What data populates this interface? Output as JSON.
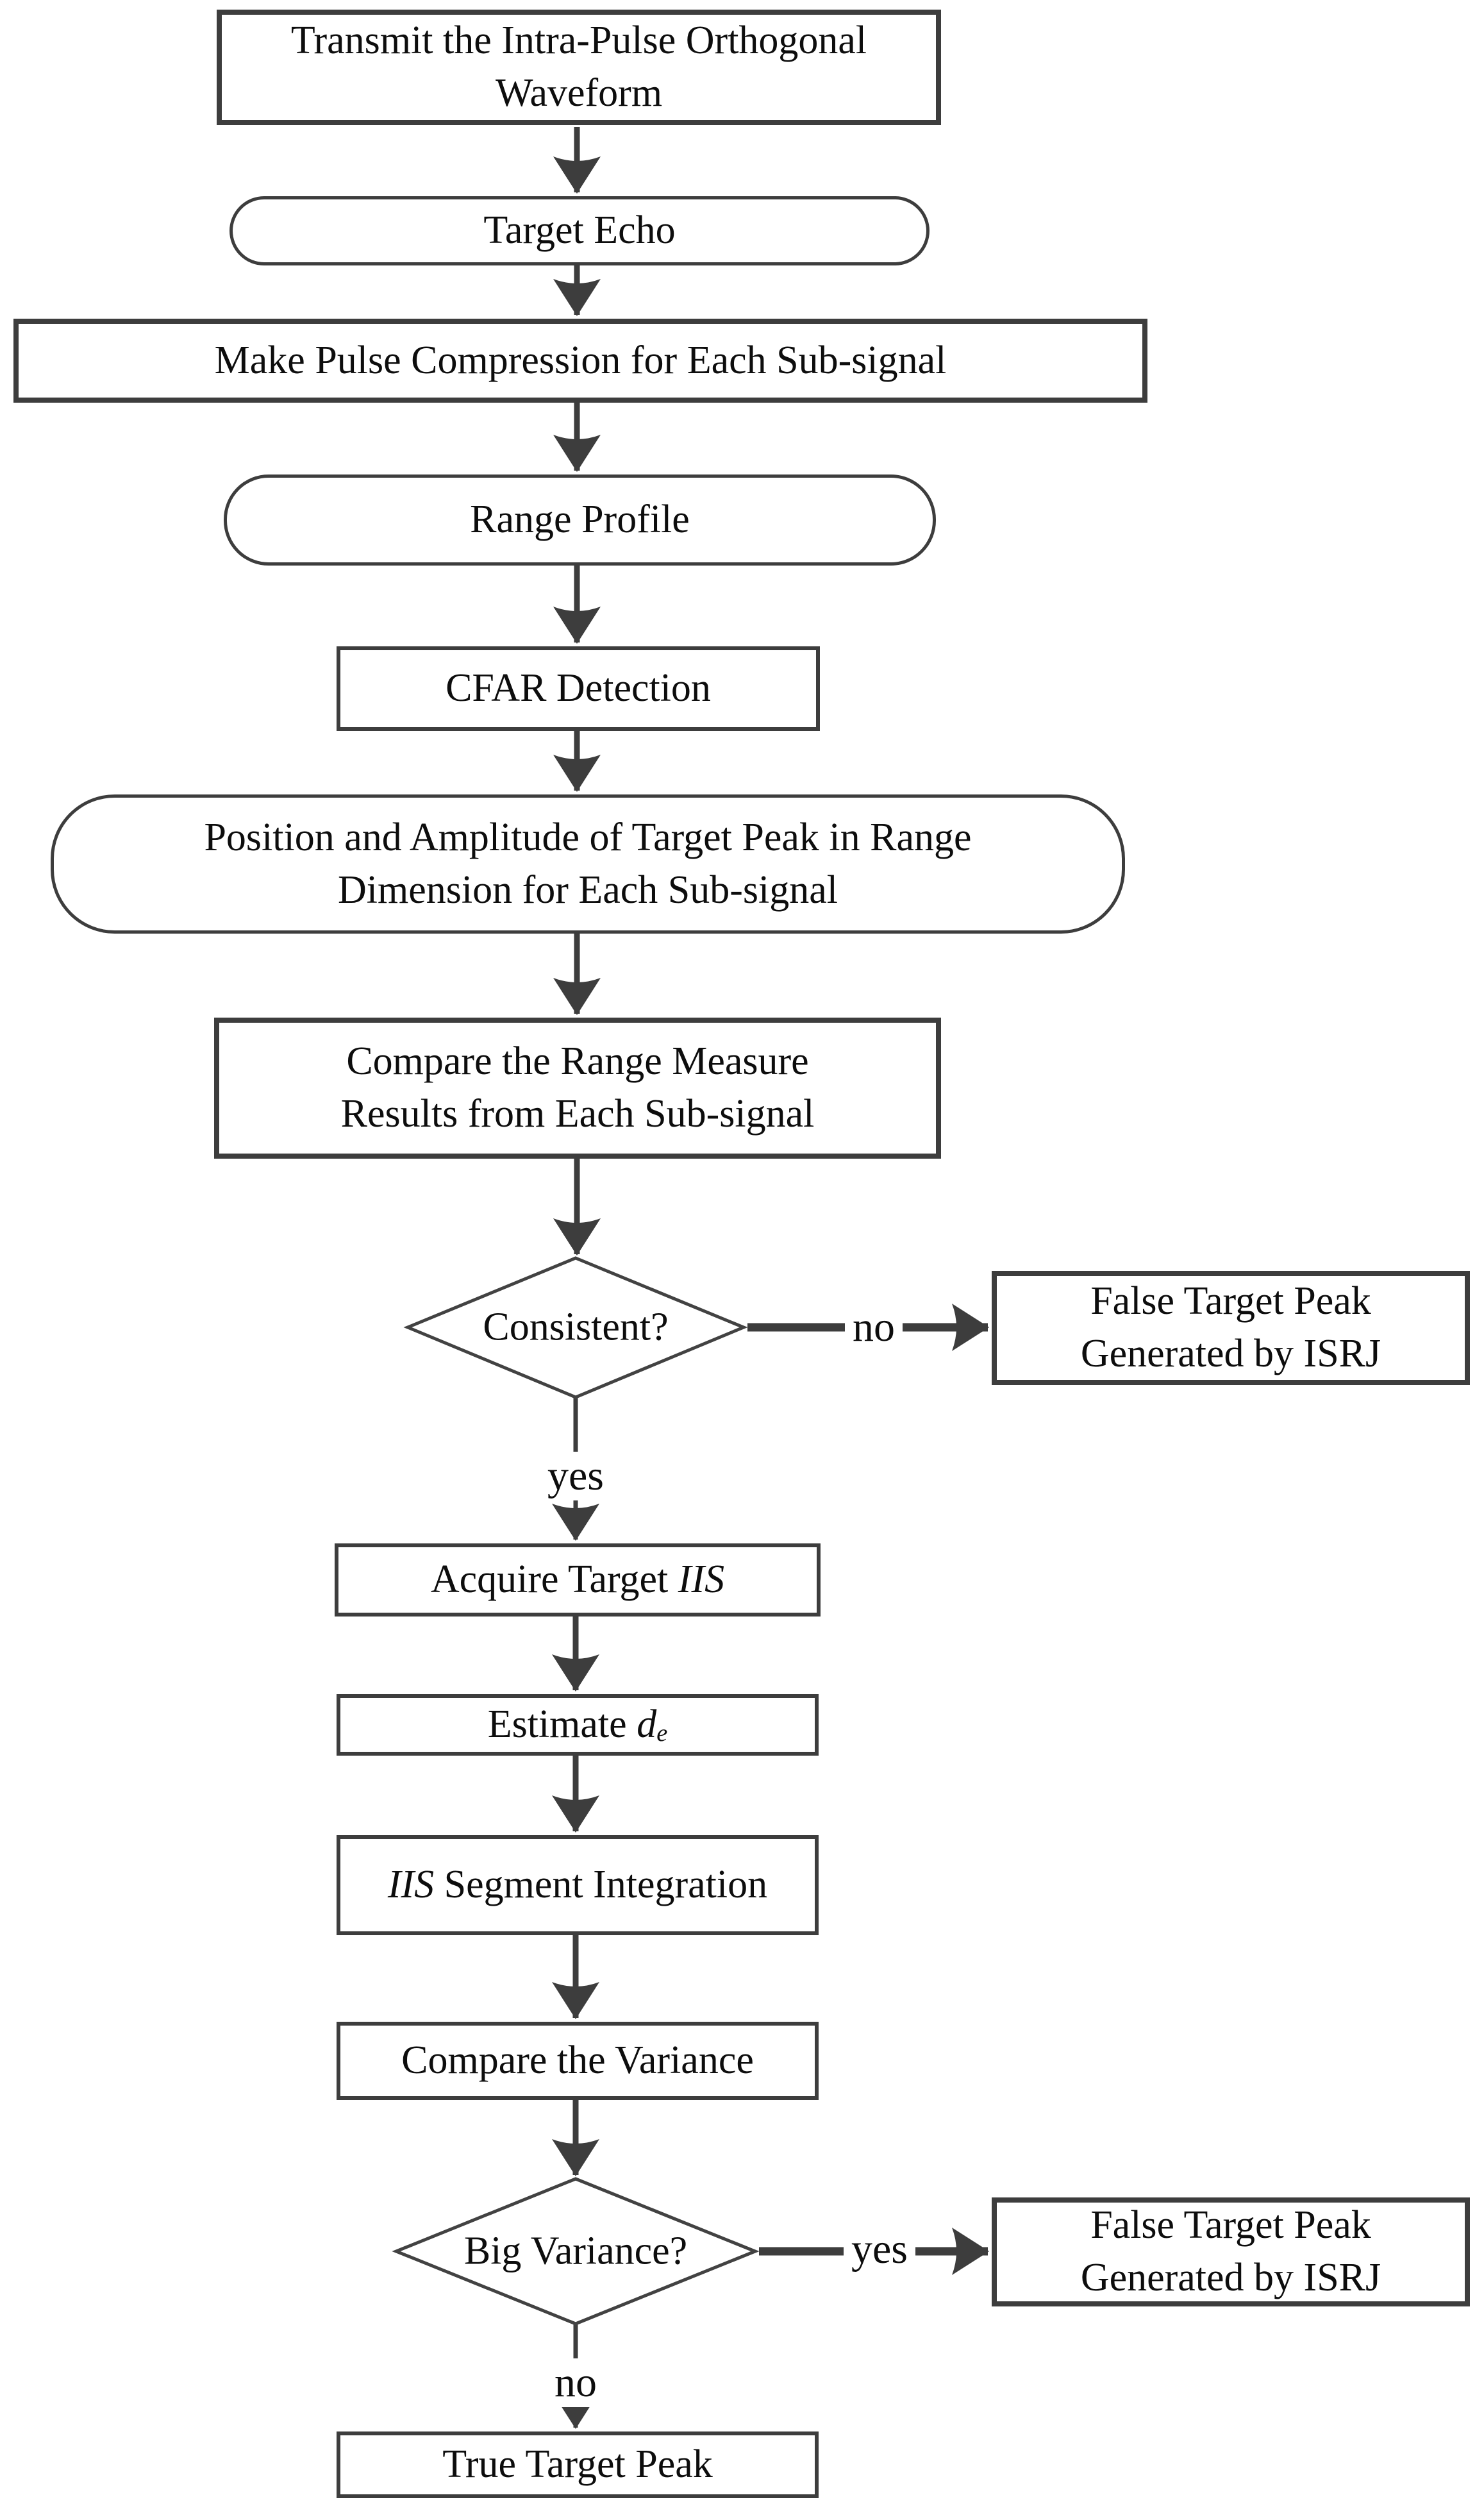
{
  "figure": {
    "type": "flowchart",
    "background_color": "#ffffff",
    "stroke_color": "#3d3d3d",
    "text_color": "#0d0d0d"
  },
  "nodes": {
    "transmit": {
      "shape": "rect",
      "label": "Transmit the Intra-Pulse Orthogonal\nWaveform"
    },
    "target_echo": {
      "shape": "stadium",
      "label": "Target Echo"
    },
    "pulse_compression": {
      "shape": "rect",
      "label": "Make Pulse Compression for Each Sub-signal"
    },
    "range_profile": {
      "shape": "stadium",
      "label": "Range Profile"
    },
    "cfar": {
      "shape": "rect",
      "label": "CFAR Detection"
    },
    "position_amplitude": {
      "shape": "stadium",
      "label": "Position and Amplitude of Target Peak in Range\nDimension for Each Sub-signal"
    },
    "compare_range": {
      "shape": "rect",
      "label": "Compare the Range Measure\nResults from Each Sub-signal"
    },
    "consistent": {
      "shape": "diamond",
      "label": "Consistent?"
    },
    "false_target_1": {
      "shape": "rect",
      "label": "False Target Peak\nGenerated by ISRJ"
    },
    "acquire_iis": {
      "shape": "rect",
      "prefix": "Acquire Target ",
      "italic": "IIS"
    },
    "estimate_de": {
      "shape": "rect",
      "prefix": "Estimate ",
      "var": "d",
      "sub": "e"
    },
    "iis_integration": {
      "shape": "rect",
      "italic": "IIS",
      "suffix": " Segment Integration"
    },
    "compare_variance": {
      "shape": "rect",
      "label": "Compare the Variance"
    },
    "big_variance": {
      "shape": "diamond",
      "label": "Big Variance?"
    },
    "false_target_2": {
      "shape": "rect",
      "label": "False Target Peak\nGenerated by ISRJ"
    },
    "true_target": {
      "shape": "rect",
      "label": "True Target Peak"
    }
  },
  "edge_labels": {
    "consistent_no": "no",
    "consistent_yes": "yes",
    "big_variance_yes": "yes",
    "big_variance_no": "no"
  }
}
